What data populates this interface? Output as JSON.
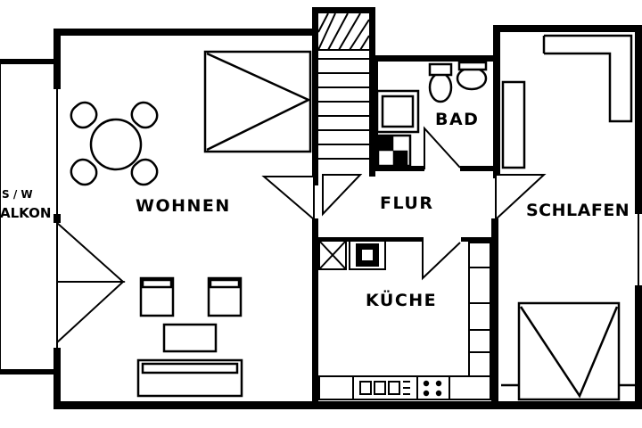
{
  "rooms": {
    "wohnen": "WOHNEN",
    "flur": "FLUR",
    "bad": "BAD",
    "kueche": "KÜCHE",
    "schlafen": "SCHLAFEN"
  },
  "balcony": {
    "line1": "S / W",
    "line2": "ALKON"
  },
  "colors": {
    "wall": "#000000",
    "floor": "#ffffff",
    "wall_accent": "#0a3a0a"
  }
}
